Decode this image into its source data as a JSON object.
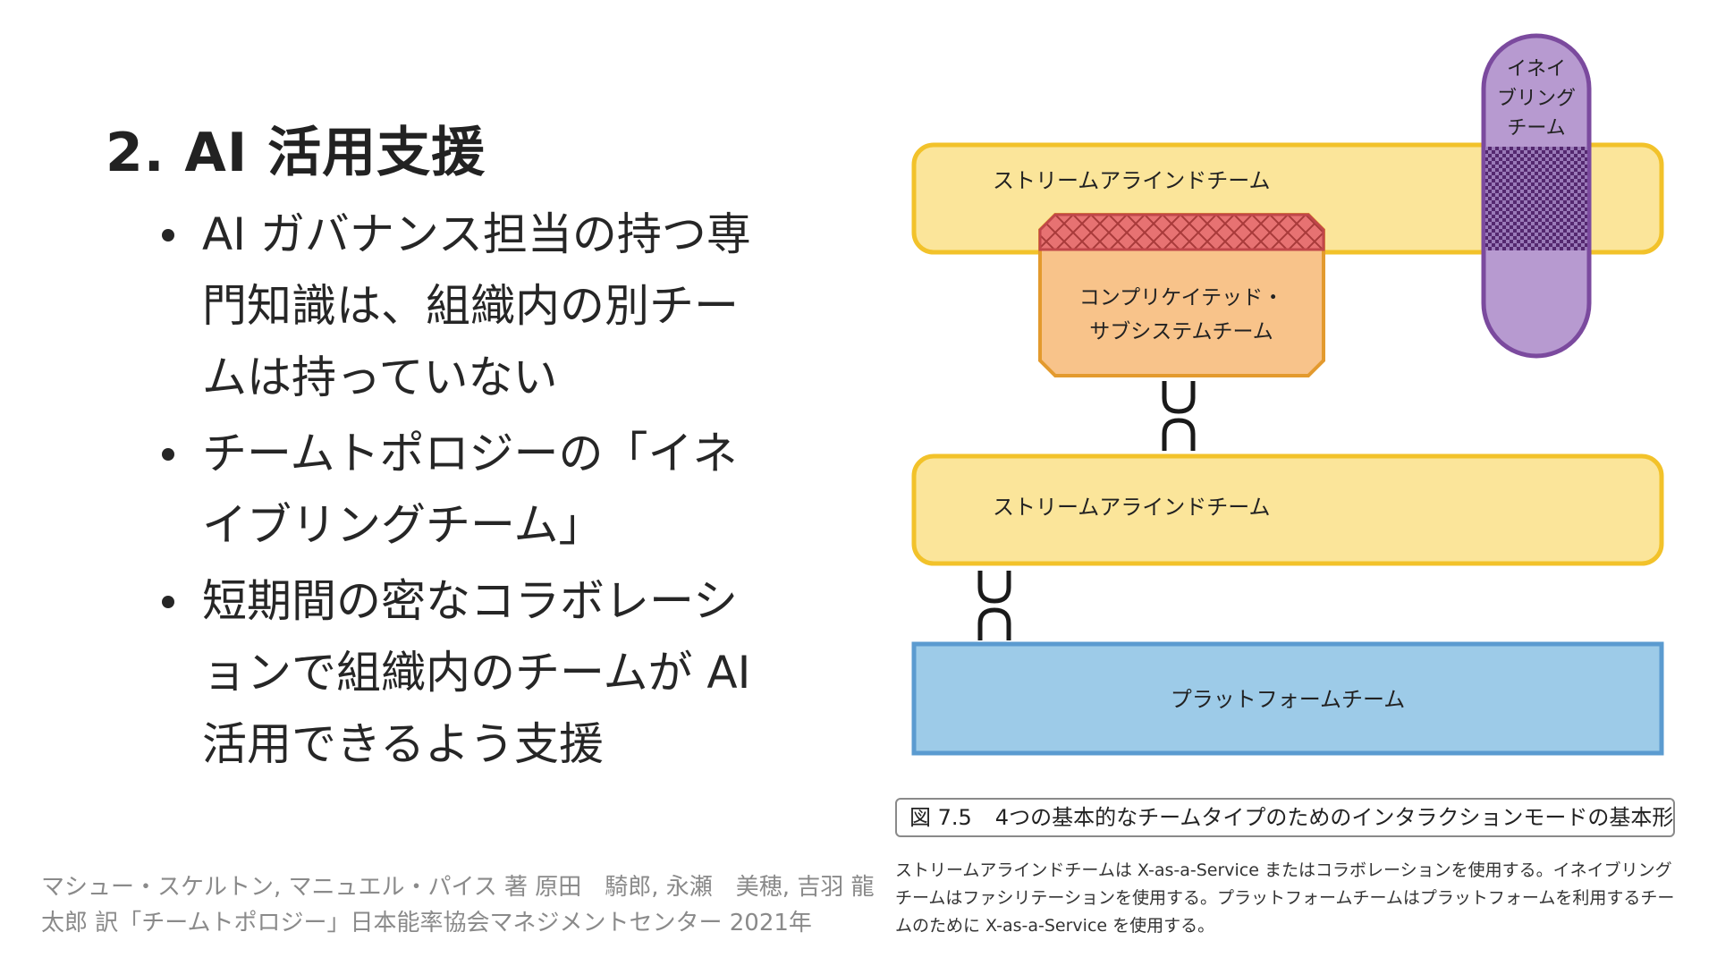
{
  "slide": {
    "title": "2. AI 活用支援",
    "bullets": [
      "AI ガバナンス担当の持つ専門知識は、組織内の別チームは持っていない",
      "チームトポロジーの「イネイブリングチーム」",
      "短期間の密なコラボレーションで組織内のチームが AI 活用できるよう支援"
    ],
    "citation": "マシュー・スケルトン, マニュエル・パイス 著 原田　騎郎, 永瀬　美穂, 吉羽 龍太郎 訳「チームトポロジー」日本能率協会マネジメントセンター 2021年"
  },
  "diagram": {
    "teams": {
      "stream_top": "ストリームアラインドチーム",
      "complicated_line1": "コンプリケイテッド・",
      "complicated_line2": "サブシステムチーム",
      "enabling_line1": "イネイ",
      "enabling_line2": "ブリング",
      "enabling_line3": "チーム",
      "stream_middle": "ストリームアラインドチーム",
      "platform": "プラットフォームチーム"
    },
    "colors": {
      "stream_fill": "#fbe59a",
      "stream_stroke": "#f2c22a",
      "complicated_fill": "#f8c38a",
      "complicated_stroke": "#e39a2e",
      "collaboration_fill": "#e77272",
      "enabling_fill": "#b79ad0",
      "enabling_stroke": "#7b4a9e",
      "facilitation_fill": "#54286f",
      "platform_fill": "#9dcbe8",
      "platform_stroke": "#5b9bd0"
    }
  },
  "figure": {
    "number": "図 7.5",
    "title": "4つの基本的なチームタイプのためのインタラクションモードの基本形",
    "description": "ストリームアラインドチームは X-as-a-Service またはコラボレーションを使用する。イネイブリングチームはファシリテーションを使用する。プラットフォームチームはプラットフォームを利用するチームのために X-as-a-Service を使用する。"
  }
}
